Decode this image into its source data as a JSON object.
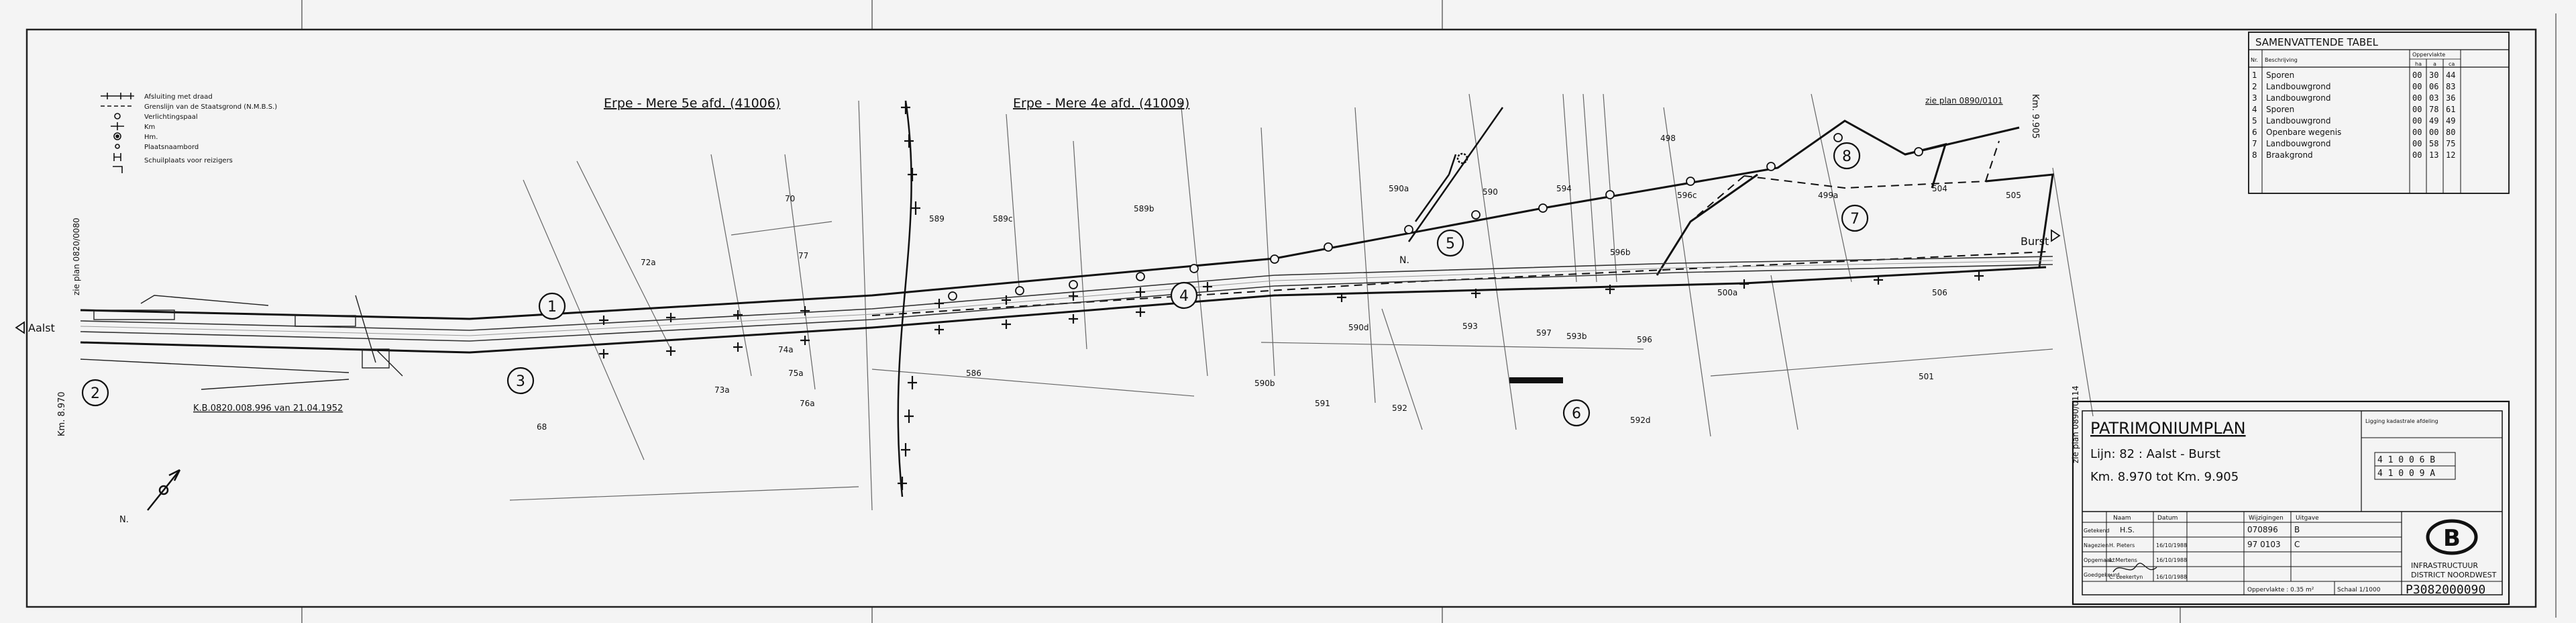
{
  "legend": [
    {
      "label": "Afsluiting met draad",
      "symbol": "fence-line"
    },
    {
      "label": "Grenslijn van de Staatsgrond (N.M.B.S.)",
      "symbol": "boundary-line"
    },
    {
      "label": "Verlichtingspaal",
      "symbol": "light-pole"
    },
    {
      "label": "Km",
      "symbol": "km-marker"
    },
    {
      "label": "Hm.",
      "symbol": "hm-marker"
    },
    {
      "label": "Plaatsnaambord",
      "symbol": "place-sign"
    },
    {
      "label": "Schuilplaats voor reizigers",
      "symbol": "shelter"
    }
  ],
  "districts": {
    "d5": "Erpe - Mere  5e afd. (41006)",
    "d4": "Erpe - Mere  4e afd. (41009)"
  },
  "places": {
    "left": "Aalst",
    "right": "Burst"
  },
  "refs": {
    "left_plan": "zie plan 0820/0080",
    "top_plan": "zie plan 0890/0101",
    "right_plan": "zie plan 0890/0114",
    "km_left": "Km. 8.970",
    "km_right": "Km. 9.905",
    "decree": "K.B.0820.008.996 van 21.04.1952",
    "north": "N."
  },
  "parcels": [
    "70",
    "72a",
    "77",
    "73a",
    "74a",
    "75a",
    "76a",
    "68",
    "589",
    "589c",
    "589b",
    "590a",
    "590",
    "594",
    "596c",
    "498",
    "499a",
    "500a",
    "501",
    "504",
    "505",
    "506",
    "586",
    "590b",
    "590d",
    "591",
    "592",
    "593",
    "596",
    "597",
    "596b",
    "593b",
    "592d"
  ],
  "zones": [
    "1",
    "2",
    "3",
    "4",
    "5",
    "6",
    "7",
    "8"
  ],
  "summary": {
    "title": "SAMENVATTENDE TABEL",
    "col_no": "Nr.",
    "col_desc": "Beschrijving",
    "col_area": "Oppervlakte",
    "col_ha": "ha",
    "col_a": "a",
    "col_ca": "ca",
    "rows": [
      {
        "nr": "1",
        "desc": "Sporen",
        "ha": "00",
        "a": "30",
        "ca": "44"
      },
      {
        "nr": "2",
        "desc": "Landbouwgrond",
        "ha": "00",
        "a": "06",
        "ca": "83"
      },
      {
        "nr": "3",
        "desc": "Landbouwgrond",
        "ha": "00",
        "a": "03",
        "ca": "36"
      },
      {
        "nr": "4",
        "desc": "Sporen",
        "ha": "00",
        "a": "78",
        "ca": "61"
      },
      {
        "nr": "5",
        "desc": "Landbouwgrond",
        "ha": "00",
        "a": "49",
        "ca": "49"
      },
      {
        "nr": "6",
        "desc": "Openbare wegenis",
        "ha": "00",
        "a": "00",
        "ca": "80"
      },
      {
        "nr": "7",
        "desc": "Landbouwgrond",
        "ha": "00",
        "a": "58",
        "ca": "75"
      },
      {
        "nr": "8",
        "desc": "Braakgrond",
        "ha": "00",
        "a": "13",
        "ca": "12"
      }
    ]
  },
  "titleblock": {
    "title": "PATRIMONIUMPLAN",
    "line": "Lijn: 82 : Aalst - Burst",
    "km": "Km. 8.970   tot   Km. 9.905",
    "cadastre_label": "Ligging kadastrale afdeling",
    "codes": [
      "4 1 0 0 6 B",
      "4 1 0 0 9 A"
    ],
    "col_naam": "Naam",
    "col_datum": "Datum",
    "col_wijz": "Wijzigingen",
    "col_uitgave": "Uitgave",
    "row_labels": [
      "Getekend",
      "Nagezien",
      "Opgemaakt",
      "Goedgekeurd"
    ],
    "getekend": "H.S.",
    "nagezien": "H. Pieters",
    "opgemaakt": "L. Mertens",
    "goedgekeurd": "C. Leekertyn",
    "date": "16/10/1988",
    "wijz1": "070896",
    "wijz2": "97 0103",
    "uitgave_b": "B",
    "uitgave_c": "C",
    "area": "Oppervlakte : 0.35 m²",
    "scale": "Schaal 1/1000",
    "logo": "B",
    "org1": "INFRASTRUCTUUR",
    "org2": "DISTRICT NOORDWEST",
    "number": "P3082000090"
  }
}
